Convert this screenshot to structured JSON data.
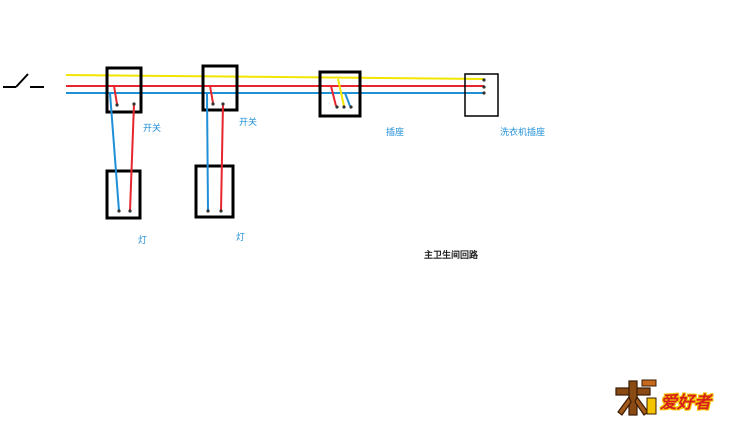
{
  "labels": {
    "switch1": "开关",
    "switch2": "开关",
    "socket": "插座",
    "washer_socket": "洗衣机插座",
    "lamp1": "灯",
    "lamp2": "灯",
    "caption": "主卫生间回路"
  },
  "logo": {
    "text": "爱好者"
  },
  "colors": {
    "live": "#e8242c",
    "neutral": "#1f8fd8",
    "earth": "#f2e600",
    "box": "#000000",
    "label": "#1f8fd8"
  }
}
